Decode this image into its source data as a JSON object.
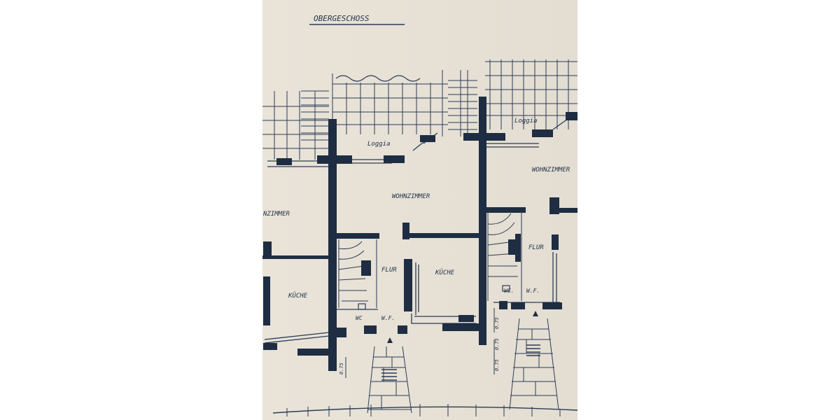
{
  "colors": {
    "paper": "#e9e3d8",
    "ink": "#1e2d42",
    "thin": "#2b3c55"
  },
  "title": "OBERGESCHOSS",
  "rooms": {
    "loggia_1": "Loggia",
    "loggia_2": "Loggia",
    "wohnzimmer_left": "NZIMMER",
    "wohnzimmer_mid": "WOHNZIMMER",
    "wohnzimmer_right": "WOHNZIMMER",
    "flur_1": "FLUR",
    "flur_2": "FLUR",
    "kueche_left": "KÜCHE",
    "kueche_mid": "KÜCHE",
    "wc_1": "WC",
    "wf_1": "W.F.",
    "wc_2": "WC.",
    "wf_2": "W.F."
  },
  "dimensions": {
    "d1": "0.75",
    "d2": "0.75",
    "d3": "0.75",
    "d4": "0.75"
  }
}
